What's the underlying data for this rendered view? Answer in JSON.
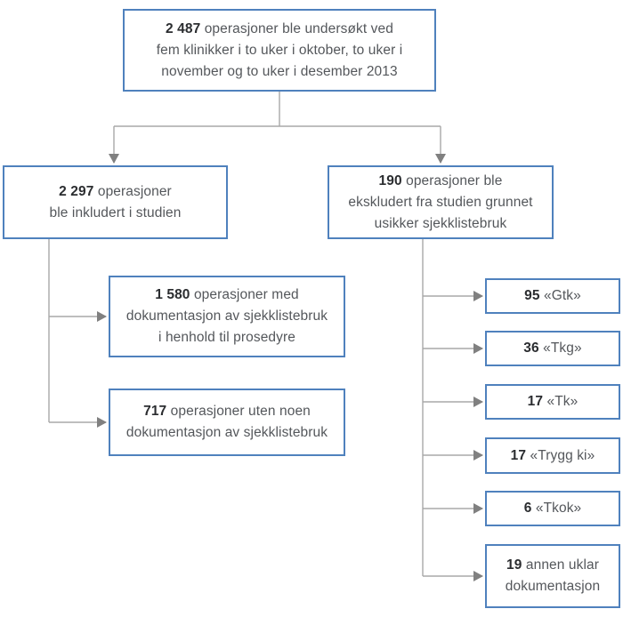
{
  "diagram": {
    "language": "Norwegian",
    "type": "study-inclusion-flowchart"
  },
  "colors": {
    "background": "#ffffff",
    "box_border": "#4f81bd",
    "connector_line": "#a8a8a8",
    "arrowhead": "#808080",
    "number_text": "#2b2d30",
    "body_text": "#54575b"
  },
  "nodes": {
    "total": {
      "number": "2 487",
      "text": " operasjoner ble undersøkt ved\nfem klinikker i to uker i oktober, to uker i\nnovember og to uker i desember 2013"
    },
    "included": {
      "number": "2 297",
      "text": " operasjoner\nble inkludert i studien"
    },
    "excluded": {
      "number": "190",
      "text": " operasjoner ble\nekskludert fra studien grunnet\nusikker sjekklistebruk"
    },
    "documented": {
      "number": "1 580",
      "text": " operasjoner med\ndokumentasjon av sjekklistebruk\ni  henhold til prosedyre"
    },
    "undocumented": {
      "number": "717",
      "text": " operasjoner uten noen\ndokumentasjon av sjekklistebruk"
    },
    "gtk": {
      "number": "95",
      "text": " «Gtk»"
    },
    "tkg": {
      "number": "36",
      "text": " «Tkg»"
    },
    "tk": {
      "number": "17",
      "text": " «Tk»"
    },
    "trygg_ki": {
      "number": "17",
      "text": " «Trygg ki»"
    },
    "tkok": {
      "number": "6",
      "text": " «Tkok»"
    },
    "other": {
      "number": "19",
      "text": " annen uklar\ndokumentasjon"
    }
  }
}
